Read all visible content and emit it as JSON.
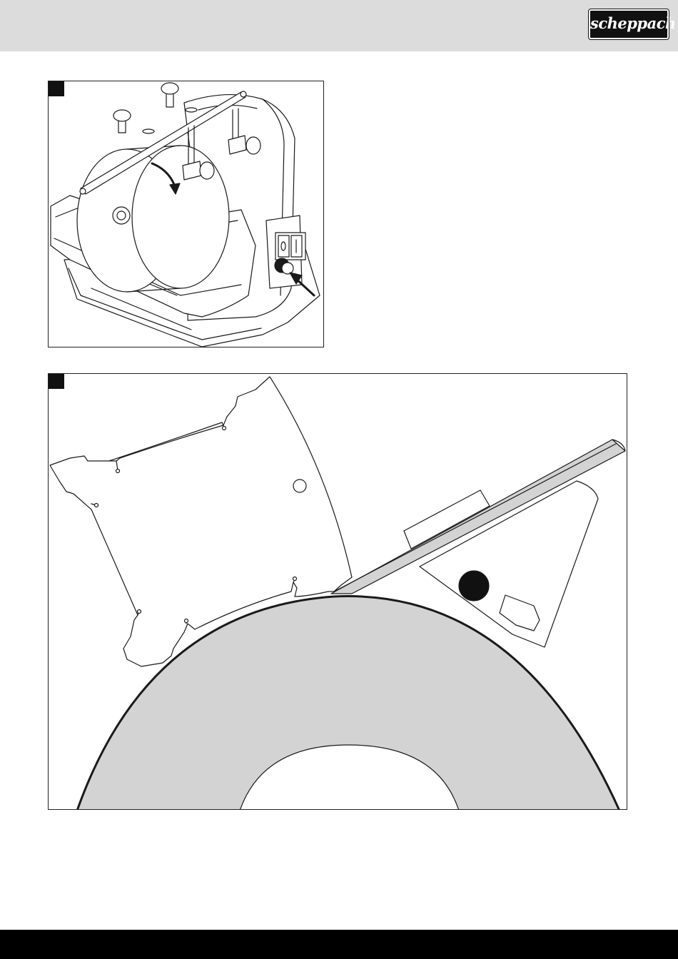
{
  "header": {
    "brand": "scheppach"
  },
  "figures": [
    {
      "id": "figure-top",
      "marker_label": ""
    },
    {
      "id": "figure-bottom",
      "marker_label": ""
    }
  ],
  "colors": {
    "header_band": "#dcdcdc",
    "footer_band": "#000000",
    "grinding_wheel_fill": "#d3d3d3",
    "line_art": "#1a1a1a"
  }
}
